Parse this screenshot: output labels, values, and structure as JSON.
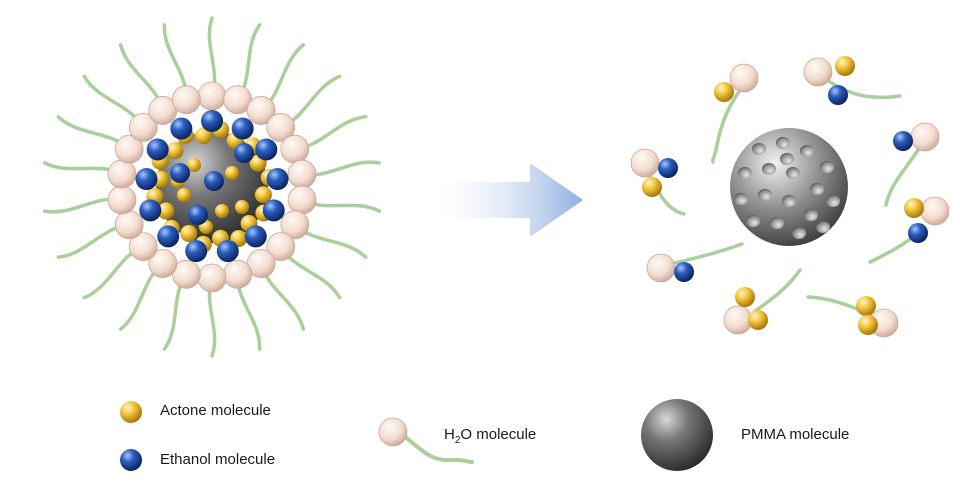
{
  "legend": {
    "acetone_label": "Actone molecule",
    "ethanol_label": "Ethanol molecule",
    "water_label_prefix": "H",
    "water_label_sub": "2",
    "water_label_suffix": "O molecule",
    "pmma_label": "PMMA molecule"
  },
  "colors": {
    "acetone": "#e8b628",
    "ethanol": "#1f4fa8",
    "water_bead": "#f2d9cc",
    "tail": "#a9cf9a",
    "pmma": "#6e6e6e",
    "arrow": "#9fb8e3"
  },
  "icons": {
    "acetone": "yellow-sphere",
    "ethanol": "blue-sphere",
    "water": "bead-with-tail",
    "pmma": "gray-sphere",
    "arrow": "right-arrow"
  }
}
